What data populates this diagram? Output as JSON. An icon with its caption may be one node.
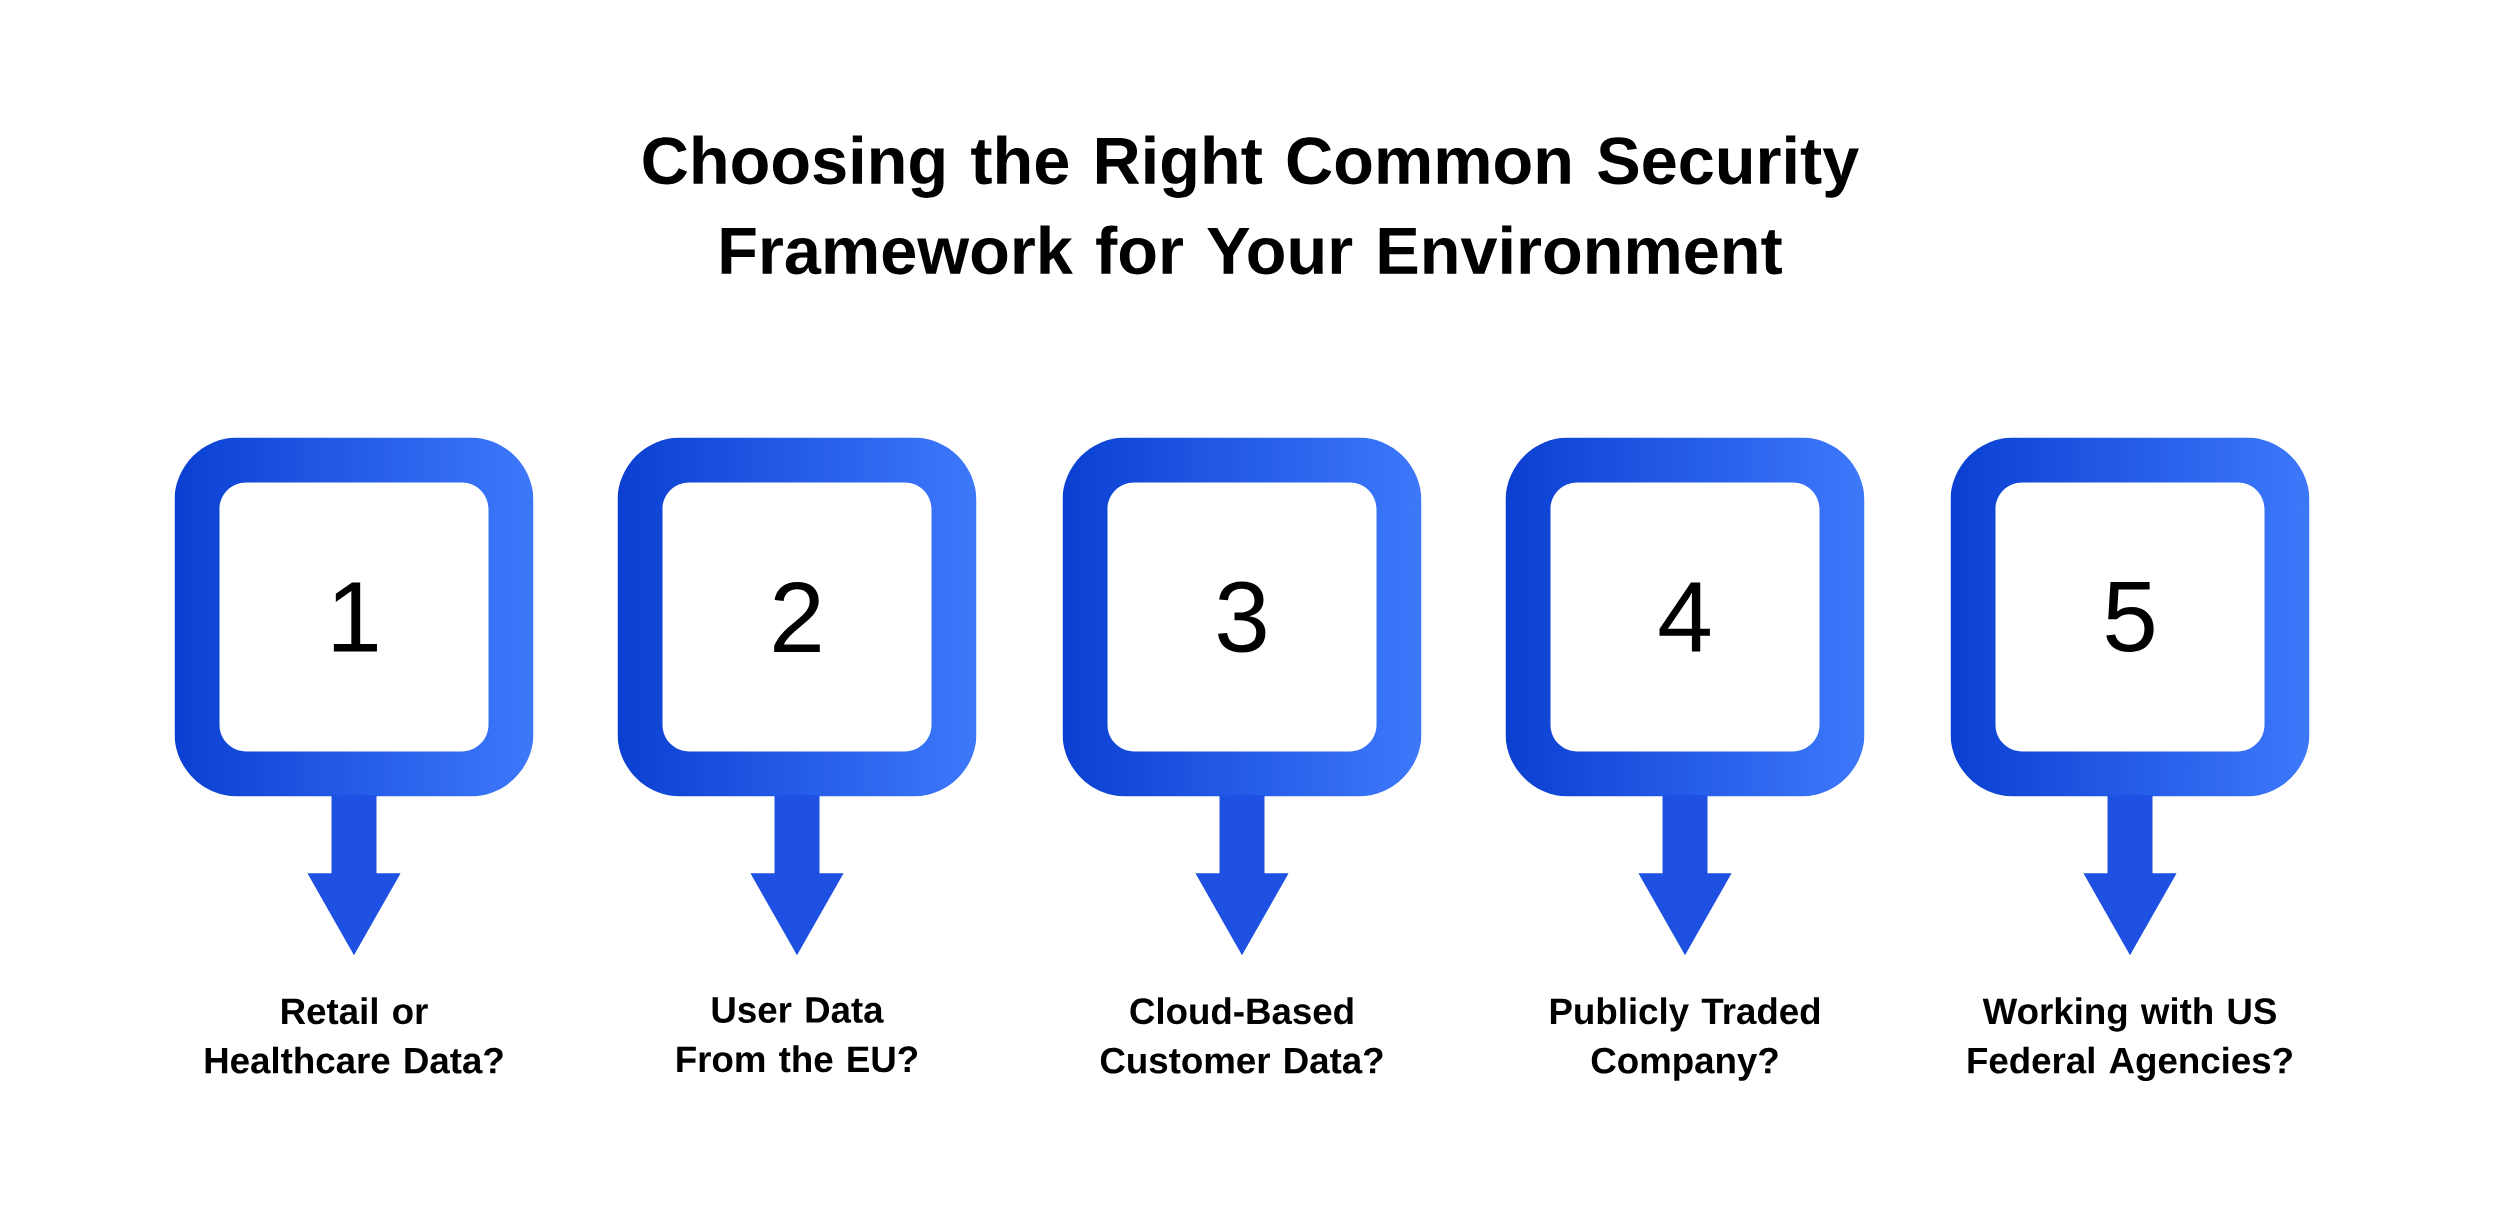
{
  "diagram": {
    "title": "Choosing the Right Common Security Framework for Your Environment",
    "nodes": [
      {
        "text": [
          "1"
        ]
      },
      {
        "text": [
          "2"
        ]
      },
      {
        "text": [
          "3"
        ]
      },
      {
        "text": [
          "4"
        ]
      },
      {
        "text": [
          "5"
        ]
      },
      {
        "text": [
          "Retail or Healthcare Data?"
        ]
      },
      {
        "text": [
          "User Data From the EU?"
        ]
      },
      {
        "text": [
          "Cloud-Based Customer Data?"
        ]
      },
      {
        "text": [
          "Publicly Traded Company?"
        ]
      },
      {
        "text": [
          "Working with US Federal Agencies?"
        ]
      }
    ],
    "edges": [
      {
        "from": 0,
        "to": 5,
        "arrow": "to"
      },
      {
        "from": 1,
        "to": 6,
        "arrow": "to"
      },
      {
        "from": 2,
        "to": 7,
        "arrow": "to"
      },
      {
        "from": 3,
        "to": 8,
        "arrow": "to"
      },
      {
        "from": 4,
        "to": 9,
        "arrow": "to"
      }
    ]
  }
}
